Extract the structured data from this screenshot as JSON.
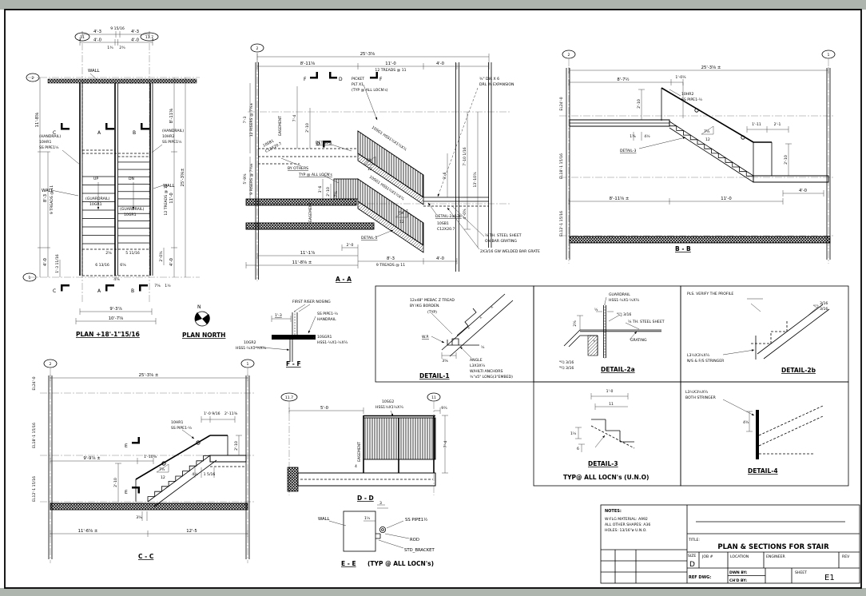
{
  "plan": {
    "title": "PLAN +18'-1\"15/16",
    "north_n": "N",
    "north_label": "PLAN NORTH",
    "bubbles": [
      "11",
      "11.7",
      "2",
      "1"
    ],
    "top_dims": [
      "4'-3",
      "9 15/16",
      "4'-3",
      "3",
      "4'-0",
      "4'-0",
      "3",
      "1¾",
      "2¾"
    ],
    "left_dims": [
      "11'-8⅝",
      "8'-3",
      "9 TREADS @ 11",
      "4'-0",
      "1'-3 11/16",
      "2⅝",
      "6 13/16",
      "6⅝"
    ],
    "right_dims": [
      "8'-11⅝",
      "25'-3⅝±",
      "11'-0",
      "12 TREADS @ 11",
      "2'-0⅜",
      "4'-0",
      "5 11/16"
    ],
    "bottom_dims": [
      "4⅝",
      "7⅝",
      "1½",
      "9'-3⅞",
      "10'-7⅝"
    ],
    "wall_top": "WALL",
    "wall_left": "WALL",
    "wall_right": "WALL",
    "handrail_left": [
      "(HANDRAIL)",
      "10HR1",
      "SS PIPE1½"
    ],
    "handrail_right": [
      "(HANDRAIL)",
      "10HR2",
      "SS PIPE1½"
    ],
    "guardrail_left": [
      "(GUARDRAIL)",
      "10GR1"
    ],
    "guardrail_right": [
      "(GUARDRAIL)",
      "10GR1"
    ],
    "up": "UP",
    "dn": "DN",
    "markers": [
      "C",
      "A",
      "B",
      "C",
      "A",
      "B"
    ]
  },
  "aa": {
    "title": "A - A",
    "bubble": "2",
    "top_dims": [
      "25'-3⅝",
      "8'-11⅝",
      "11'-0",
      "12 TREADS @ 11",
      "4'-0"
    ],
    "left_dims": [
      "7'-3",
      "12 RISERS @ 7¼±",
      "5'-9¼",
      "9 RISERS @ 7¾±"
    ],
    "right_dims": [
      "7'-10 1/16",
      "13'-10⅞",
      "3'-6",
      "4'-0⅜"
    ],
    "mid_dims": [
      "7'-4",
      "2'-10",
      "3'-6",
      "2'-10",
      "7⅝",
      "2'-0",
      "11'-1⅞",
      "11'-8⅝ ±",
      "8'-3",
      "9 TREADS @ 11",
      "4'-0"
    ],
    "slope": [
      "7⅝",
      "12"
    ],
    "markers": [
      "F",
      "D",
      "F",
      "D"
    ],
    "picket": [
      "PICKET",
      "PLT X1",
      "(TYP @ ALL LOCN's)"
    ],
    "easement": "EASEMENT",
    "by_others": "BY OTHERS",
    "detail4": "DETAIL-4",
    "detail1": "DETAIL-1",
    "detail2": "DETAIL-2a&2b",
    "typ": "TYP @ ALL LOCN's",
    "sb1": [
      "10SB1",
      "C12X20.7"
    ],
    "sg1": "10SG1 HSS1½X1½X¼",
    "drl": [
      "¾\" DIA X 6",
      "DRL IN EXPANSION"
    ],
    "sheet": [
      "¼ TH. STEEL SHEET",
      "ON BAR GRATING"
    ],
    "grate": "2X3/16 GW WELDED BAR GRATE"
  },
  "bb": {
    "title": "B - B",
    "bubbles": [
      "2",
      "1"
    ],
    "elevations": [
      "EL24'-0",
      "EL18'-1 15/16",
      "EL12'-1 15/16"
    ],
    "dims": [
      "25'-3⅝ ±",
      "8'-7½",
      "1'-0¼",
      "2'-10",
      "1'-11",
      "2'-1",
      "2'-10",
      "1⅜",
      "4½",
      "8'-11⅝ ±",
      "11'-0",
      "4'-0"
    ],
    "slope": [
      "7¼",
      "12"
    ],
    "handrail": [
      "10HR2",
      "SS PIPE1-½"
    ],
    "detail3": "DETAIL-3"
  },
  "cc": {
    "title": "C - C",
    "bubbles": [
      "2",
      "1"
    ],
    "elevations": [
      "EL24'-0",
      "EL18'-1 15/16",
      "EL12'-1 15/16"
    ],
    "dims": [
      "25'-3⅝ ±",
      "1'-0 9/16",
      "2'-11⅜",
      "2'-10",
      "9'-9⅞ ±",
      "1'-10⅜",
      "2'-10",
      "4½",
      "1 5/16",
      "3⅝",
      "11'-6⅝ ±",
      "12'-5"
    ],
    "slope": [
      "7¾",
      "12"
    ],
    "handrail": [
      "10HR1",
      "SS PIPE1-½"
    ],
    "markers": [
      "E",
      "E"
    ]
  },
  "dd": {
    "title": "D - D",
    "bubbles": [
      "11.7",
      "11"
    ],
    "dims": [
      "5'-0",
      "9¼",
      "7'-4",
      "4"
    ],
    "rail": [
      "10SG2",
      "HSS1½X1½X¼"
    ],
    "easement": "EASEMENT"
  },
  "ee": {
    "title": "E - E",
    "suffix": "(TYP @ ALL LOCN's)",
    "labels": [
      "WALL",
      "1½",
      "3",
      "SS PIPE1½",
      "ROD",
      "STD_BRACKET"
    ]
  },
  "ff": {
    "title": "F - F",
    "nosing": "FIRST RISER NOSING",
    "dim": "1'-3",
    "pipe": [
      "SS PIPE1-½",
      "HANDRAIL"
    ],
    "sgr": [
      "10SGR1",
      "HSS1-½X1-½X¼"
    ],
    "gr": [
      "10GR2",
      "HSS1-½X1-½X¼"
    ]
  },
  "d1": {
    "title": "DETAIL-1",
    "tread": [
      "12x48\" MEBAC Z TREAD",
      "BY IKG BORDEN.",
      "(TYP)"
    ],
    "wp": "W.P.",
    "dims": [
      "3⅝",
      "½"
    ],
    "angle": [
      "ANGLE",
      "L3X3X¼",
      "W/HILTI ANCHORS",
      "¾\"x5\" LONG(3\"EMBED)"
    ]
  },
  "d2a": {
    "title": "DETAIL-2a",
    "guard": [
      "GUARDRAIL",
      "HSS1-½X1-½X¼"
    ],
    "dims": [
      "½",
      "2¼"
    ],
    "weld": [
      "3/16",
      "3/16",
      "3/16"
    ],
    "sheet": "¼ TH. STEEL SHEET",
    "grating": "GRATING"
  },
  "d2b": {
    "title": "DETAIL-2b",
    "note": "PLS. VERIFY THE PROFILE",
    "weld": [
      "3/16",
      "3/16"
    ],
    "angle": [
      "L3½X3½X¼",
      "N/S & F/S STRINGER"
    ]
  },
  "d3": {
    "title": "DETAIL-3",
    "dims": [
      "1'-0",
      "11",
      "1½",
      "6"
    ],
    "note": "TYP@ ALL LOCN's (U.N.O)"
  },
  "d4": {
    "title": "DETAIL-4",
    "angle": [
      "L3½X3½X¼",
      "BOTH STRINGER"
    ],
    "dim": "4¾"
  },
  "titleblock": {
    "notes": [
      "NOTES:",
      "W-FLG MATERIAL: A992",
      "ALL OTHER SHAPES: A36",
      "HOLES: 13/16\"ø U.N.O."
    ],
    "title_label": "TITLE:",
    "title": "PLAN & SECTIONS FOR STAIR",
    "size_label": "SIZE",
    "size": "D",
    "job": "JOB #",
    "location": "LOCATION",
    "engineer": "ENGINEER",
    "rev": "REV",
    "ref": "REF DWG:",
    "dwn": "DWN BY:",
    "chd": "CH'D BY:",
    "sheet_label": "SHEET",
    "sheet": "E1"
  }
}
